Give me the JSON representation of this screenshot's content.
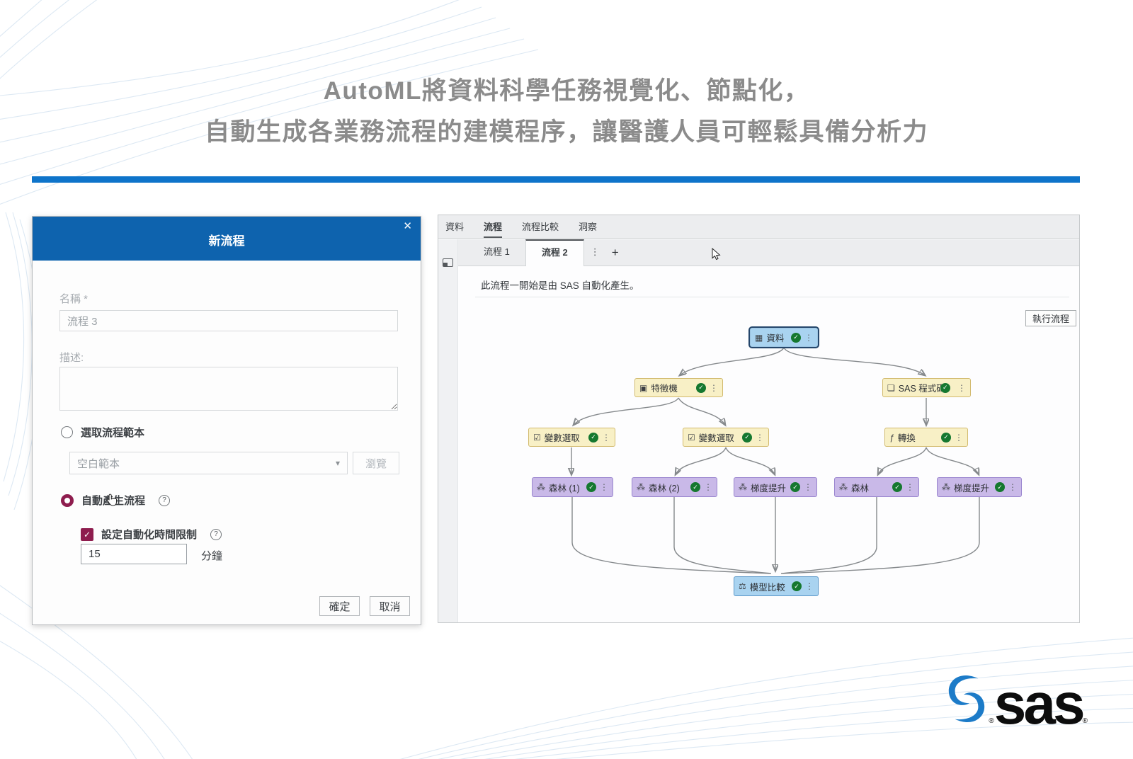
{
  "page": {
    "title_line1": "AutoML將資料科學任務視覺化、節點化，",
    "title_line2": "自動生成各業務流程的建模程序，讓醫護人員可輕鬆具備分析力",
    "accent_color": "#0e74ca"
  },
  "icons": {
    "close": "✕",
    "dropdown_caret": "▾",
    "help": "?",
    "check": "✓",
    "kebab": "⋮",
    "plus": "+",
    "registered": "®"
  },
  "dialog": {
    "title": "新流程",
    "name_label": "名稱 *",
    "name_value": "流程 3",
    "description_label": "描述:",
    "template_radio_label": "選取流程範本",
    "template_select_value": "空白範本",
    "browse_button": "瀏覽",
    "auto_radio_label": "自動產生流程",
    "time_limit_label": "設定自動化時間限制",
    "time_limit_value": "15",
    "minutes_label": "分鐘",
    "ok_button": "確定",
    "cancel_button": "取消"
  },
  "panel": {
    "tabs": [
      {
        "label": "資料"
      },
      {
        "label": "流程"
      },
      {
        "label": "流程比較"
      },
      {
        "label": "洞察"
      }
    ],
    "subtabs": [
      {
        "label": "流程 1"
      },
      {
        "label": "流程 2"
      }
    ],
    "info_message": "此流程一開始是由 SAS 自動化產生。",
    "run_button": "執行流程",
    "flow": {
      "nodes": [
        {
          "label": "資料",
          "icon": "▦"
        },
        {
          "label": "特徵機",
          "icon": "▣"
        },
        {
          "label": "SAS 程式碼",
          "icon": "❏"
        },
        {
          "label": "變數選取",
          "icon": "☑"
        },
        {
          "label": "變數選取",
          "icon": "☑"
        },
        {
          "label": "轉換",
          "icon": "ƒ"
        },
        {
          "label": "森林 (1)",
          "icon": "⁂"
        },
        {
          "label": "森林 (2)",
          "icon": "⁂"
        },
        {
          "label": "梯度提升",
          "icon": "⁂"
        },
        {
          "label": "森林",
          "icon": "⁂"
        },
        {
          "label": "梯度提升",
          "icon": "⁂"
        },
        {
          "label": "模型比較",
          "icon": "⚖"
        }
      ]
    }
  },
  "logo": {
    "text": "sas"
  }
}
